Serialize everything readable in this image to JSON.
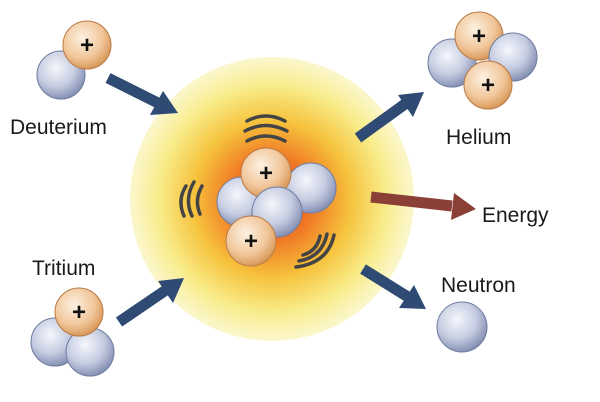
{
  "labels": {
    "deuterium": "Deuterium",
    "tritium": "Tritium",
    "helium": "Helium",
    "energy": "Energy",
    "neutron": "Neutron"
  },
  "symbols": {
    "proton_charge": "+"
  },
  "colors": {
    "arrow_blue": "#2f4a73",
    "arrow_energy": "#8a4037",
    "glow_outer": "#f8f1a0",
    "glow_inner": "#f05a1e",
    "proton_light": "#fbe9d2",
    "proton_dark": "#d9955a",
    "neutron_light": "#f3f5fb",
    "neutron_dark": "#7f8db2",
    "vibration": "#4a4a4a"
  }
}
